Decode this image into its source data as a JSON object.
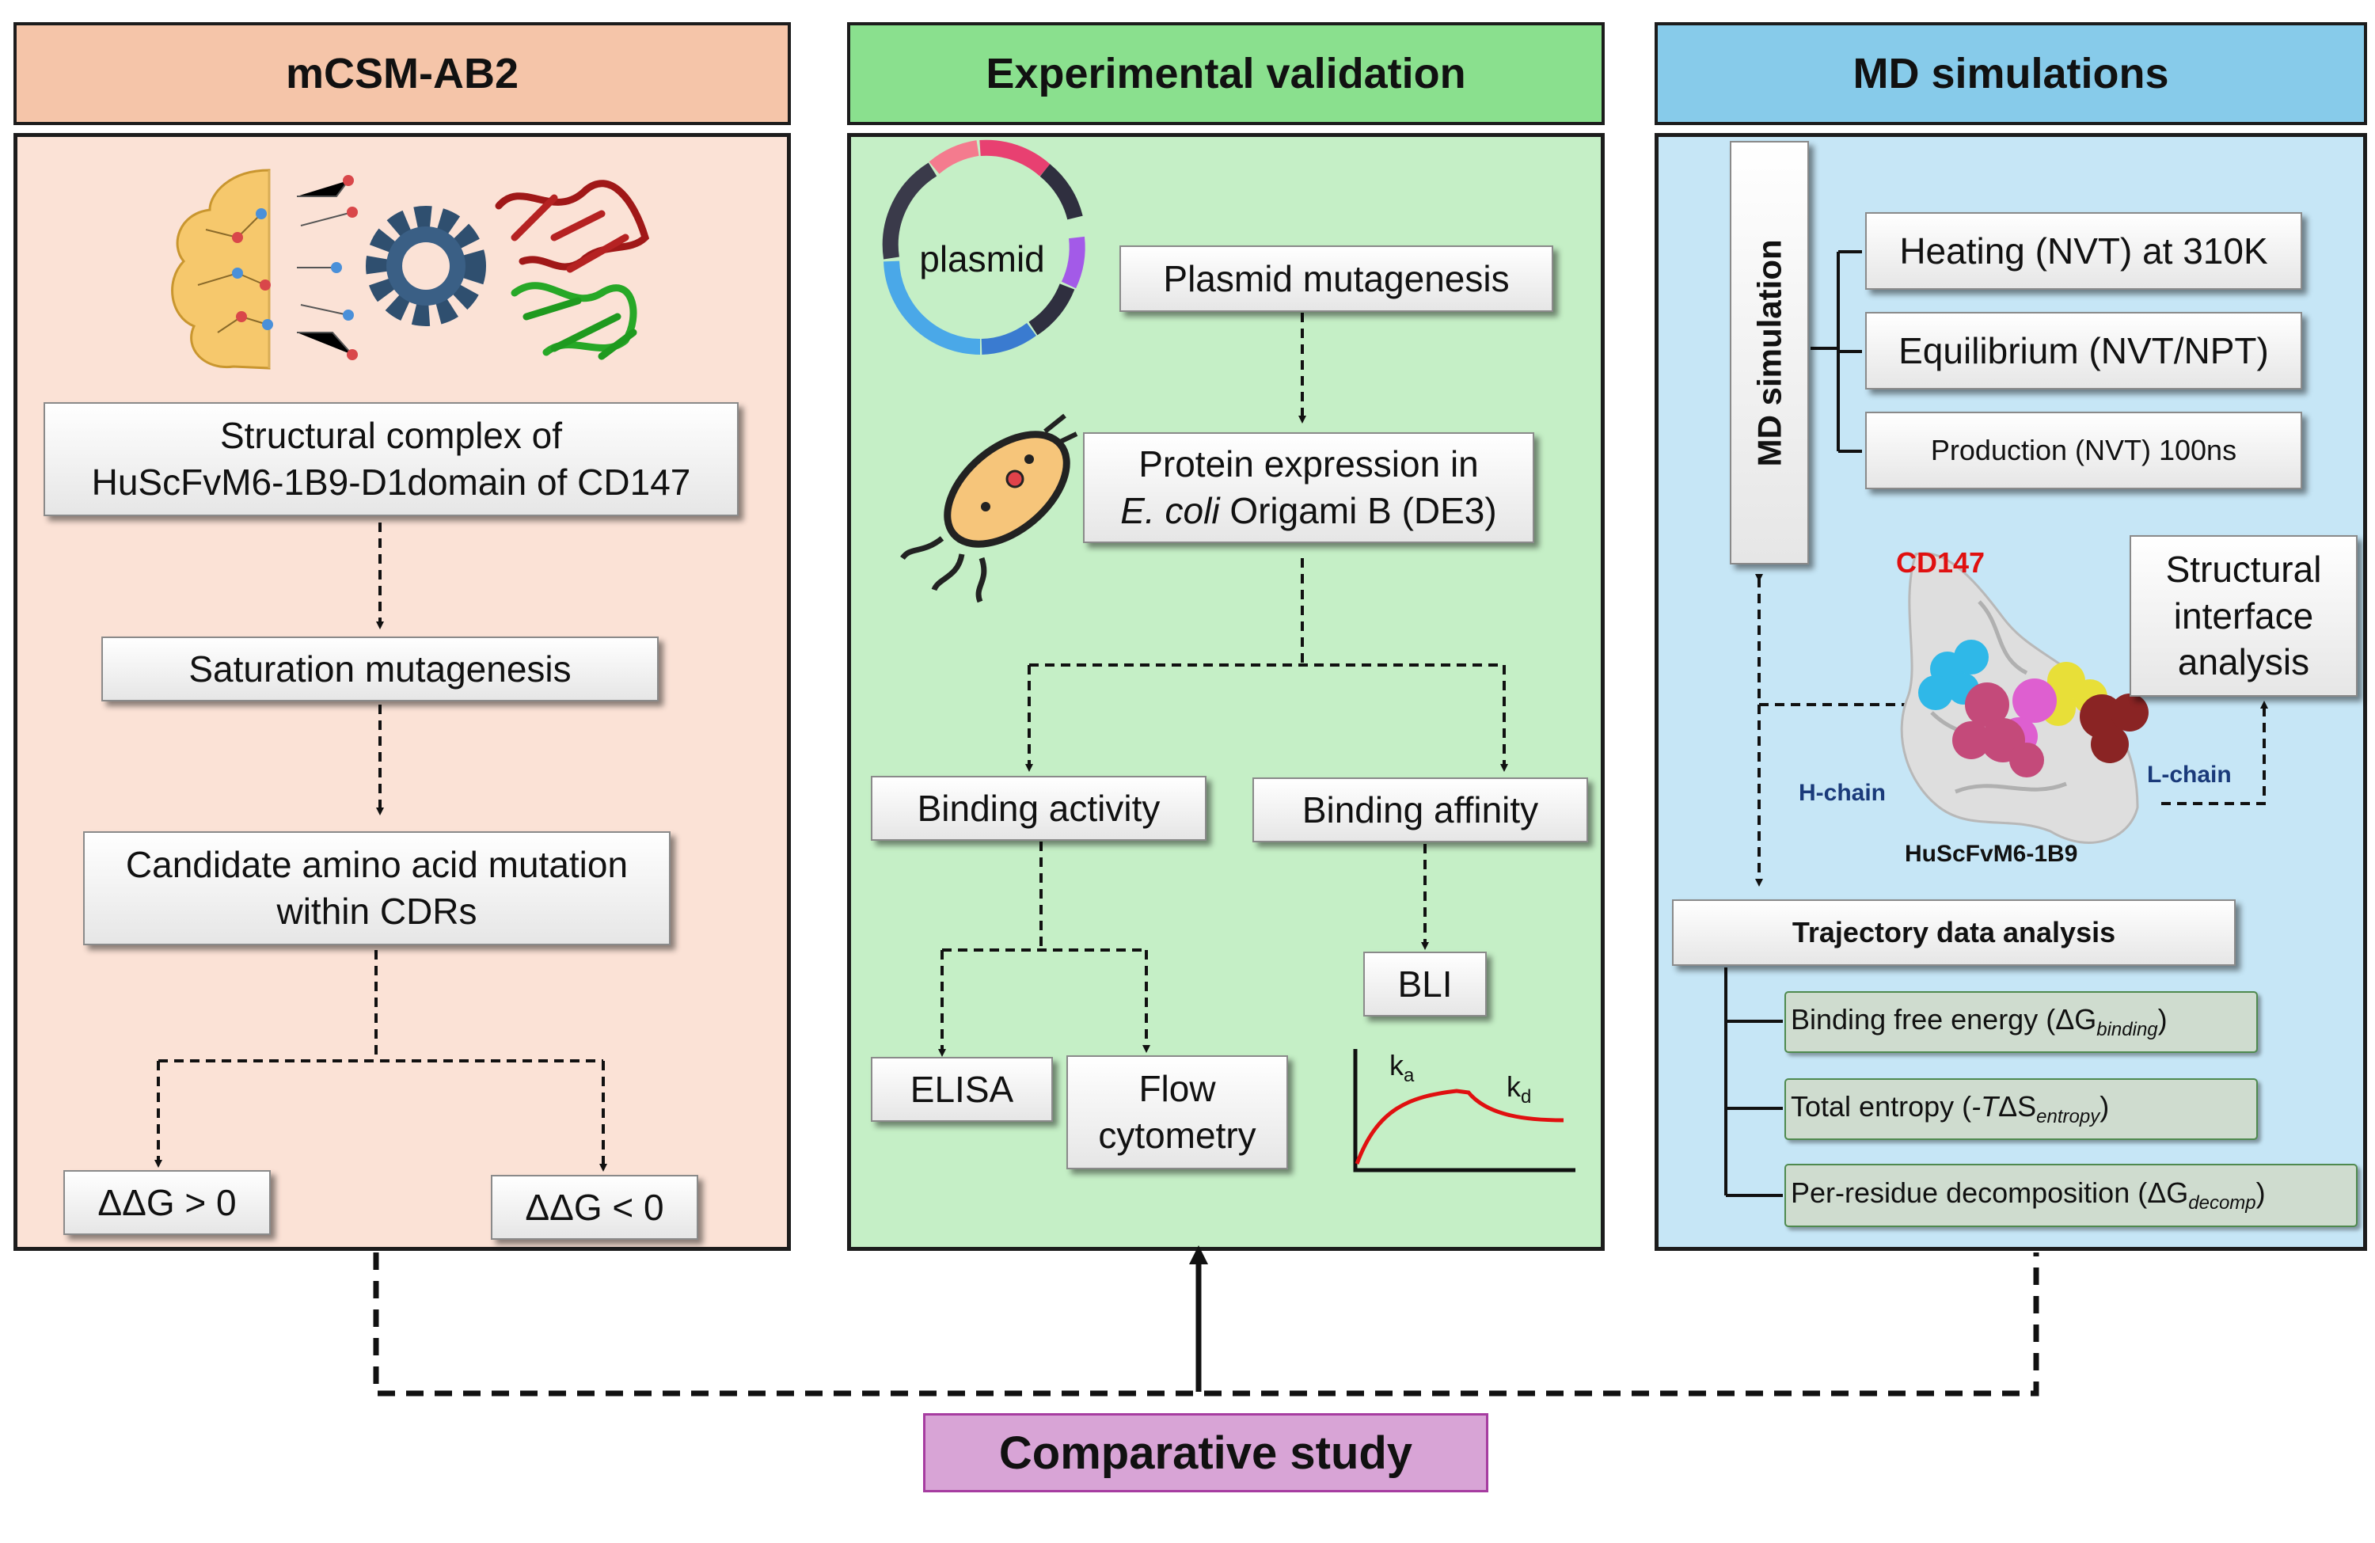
{
  "headers": {
    "left": "mCSM-AB2",
    "middle": "Experimental validation",
    "right": "MD simulations"
  },
  "left": {
    "structural_complex": [
      "Structural complex of",
      "HuScFvM6-1B9-D1domain of CD147"
    ],
    "saturation": "Saturation mutagenesis",
    "candidate": [
      "Candidate amino acid mutation",
      "within CDRs"
    ],
    "ddg_pos": "ΔΔG > 0",
    "ddg_neg": "ΔΔG < 0"
  },
  "middle": {
    "plasmid_label": "plasmid",
    "plasmid_mutagenesis": "Plasmid mutagenesis",
    "protein_expression": "Protein expression in",
    "ecoli": "E. coli",
    "origami": " Origami B (DE3)",
    "binding_activity": "Binding activity",
    "binding_affinity": "Binding affinity",
    "elisa": "ELISA",
    "flow": [
      "Flow",
      "cytometry"
    ],
    "bli": "BLI",
    "ka": "k",
    "ka_sub": "a",
    "kd": "k",
    "kd_sub": "d"
  },
  "right": {
    "md_simulation": "MD simulation",
    "heating": "Heating (NVT) at 310K",
    "equilibrium": "Equilibrium (NVT/NPT)",
    "production": "Production (NVT) 100ns",
    "structural_interface": [
      "Structural",
      "interface",
      "analysis"
    ],
    "cd147": "CD147",
    "hchain": "H-chain",
    "lchain": "L-chain",
    "huscfv": "HuScFvM6-1B9",
    "trajectory": "Trajectory data analysis",
    "binding_free_energy": "Binding free energy (ΔG",
    "binding_free_energy_sub": "binding",
    "binding_free_energy_end": ")",
    "total_entropy_pre": "Total entropy (",
    "total_entropy_it": "-T",
    "total_entropy_mid": "ΔS",
    "total_entropy_sub": "entropy",
    "total_entropy_end": ")",
    "per_residue": "Per-residue decomposition (ΔG",
    "per_residue_sub": "decomp",
    "per_residue_end": ")"
  },
  "footer": {
    "comparative": "Comparative study"
  },
  "colors": {
    "left_header": "#f5c5a9",
    "left_panel": "#fbe2d6",
    "middle_header": "#8ae08e",
    "middle_panel": "#c5efc6",
    "right_header": "#87cbea",
    "right_panel": "#c6e6f6",
    "footer": "#d8a4d6"
  }
}
